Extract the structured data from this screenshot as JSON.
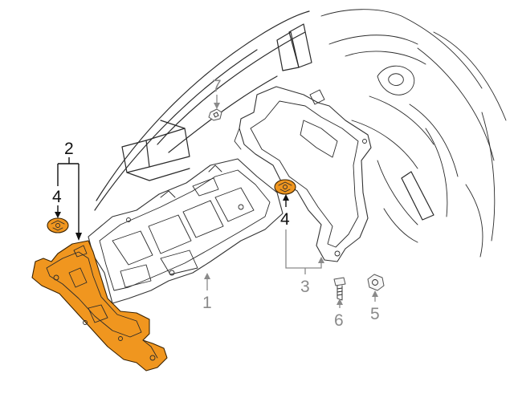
{
  "diagram": {
    "highlight_color": "#f0961f",
    "callouts": [
      {
        "id": "c1",
        "label": "1",
        "style": "gray"
      },
      {
        "id": "c2",
        "label": "2",
        "style": "black"
      },
      {
        "id": "c3",
        "label": "3",
        "style": "gray"
      },
      {
        "id": "c4a",
        "label": "4",
        "style": "black"
      },
      {
        "id": "c4b",
        "label": "4",
        "style": "black"
      },
      {
        "id": "c5",
        "label": "5",
        "style": "gray"
      },
      {
        "id": "c6",
        "label": "6",
        "style": "gray"
      },
      {
        "id": "c7",
        "label": "7",
        "style": "gray"
      }
    ]
  }
}
